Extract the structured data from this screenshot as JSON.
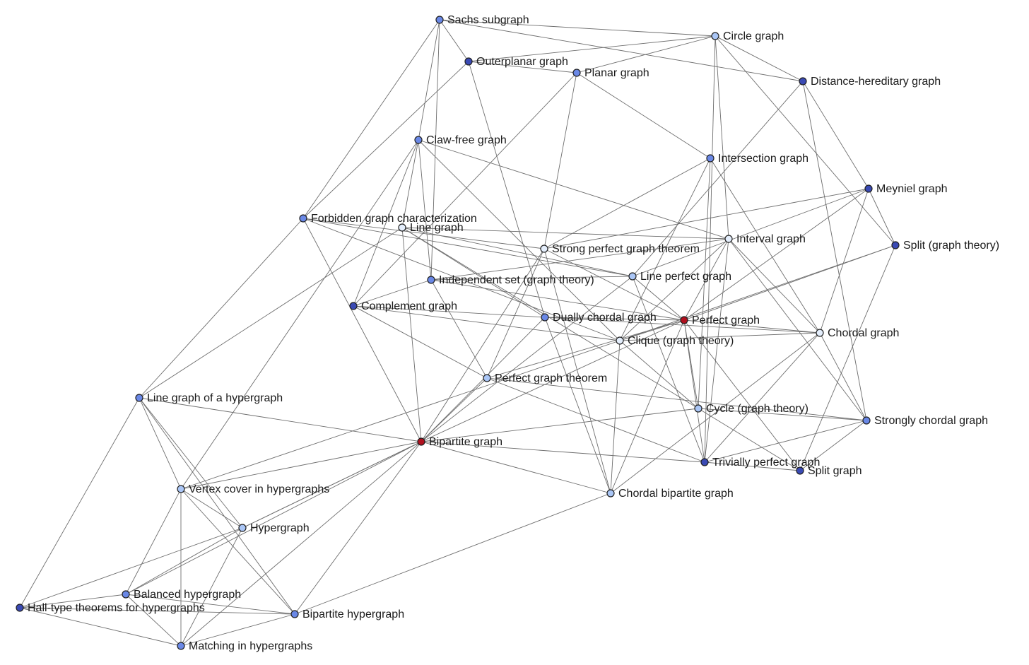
{
  "colors": {
    "tier_dark": "#3a4ab4",
    "tier_mid": "#6a88e6",
    "tier_light": "#aac6f6",
    "tier_pale": "#e4eefc",
    "hub": "#b0101e",
    "edge": "#6e6e6e"
  },
  "nodes": [
    {
      "id": "sachs",
      "label": "Sachs subgraph",
      "tier": "mid"
    },
    {
      "id": "circle",
      "label": "Circle graph",
      "tier": "light"
    },
    {
      "id": "outerplanar",
      "label": "Outerplanar graph",
      "tier": "dark"
    },
    {
      "id": "planar",
      "label": "Planar graph",
      "tier": "mid"
    },
    {
      "id": "distance",
      "label": "Distance-hereditary graph",
      "tier": "dark"
    },
    {
      "id": "clawfree",
      "label": "Claw-free graph",
      "tier": "mid"
    },
    {
      "id": "intersection",
      "label": "Intersection graph",
      "tier": "mid"
    },
    {
      "id": "meyniel",
      "label": "Meyniel graph",
      "tier": "dark"
    },
    {
      "id": "forbidden",
      "label": "Forbidden graph characterization",
      "tier": "mid"
    },
    {
      "id": "linegraph",
      "label": "Line graph",
      "tier": "pale"
    },
    {
      "id": "interval",
      "label": "Interval graph",
      "tier": "pale"
    },
    {
      "id": "split_theory",
      "label": "Split (graph theory)",
      "tier": "dark"
    },
    {
      "id": "spgt",
      "label": "Strong perfect graph theorem",
      "tier": "pale"
    },
    {
      "id": "lineperfect",
      "label": "Line perfect graph",
      "tier": "light"
    },
    {
      "id": "independent",
      "label": "Independent set (graph theory)",
      "tier": "mid"
    },
    {
      "id": "complement",
      "label": "Complement graph",
      "tier": "dark"
    },
    {
      "id": "duallychordal",
      "label": "Dually chordal graph",
      "tier": "mid"
    },
    {
      "id": "perfect",
      "label": "Perfect graph",
      "tier": "hub"
    },
    {
      "id": "clique",
      "label": "Clique (graph theory)",
      "tier": "pale"
    },
    {
      "id": "chordal",
      "label": "Chordal graph",
      "tier": "pale"
    },
    {
      "id": "pgt",
      "label": "Perfect graph theorem",
      "tier": "light"
    },
    {
      "id": "linehyper",
      "label": "Line graph of a hypergraph",
      "tier": "mid"
    },
    {
      "id": "cycle",
      "label": "Cycle (graph theory)",
      "tier": "light"
    },
    {
      "id": "stronglychordal",
      "label": "Strongly chordal graph",
      "tier": "mid"
    },
    {
      "id": "bipartite",
      "label": "Bipartite graph",
      "tier": "hub"
    },
    {
      "id": "trivially",
      "label": "Trivially perfect graph",
      "tier": "dark"
    },
    {
      "id": "splitgraph",
      "label": "Split graph",
      "tier": "dark"
    },
    {
      "id": "vertexcover",
      "label": "Vertex cover in hypergraphs",
      "tier": "light"
    },
    {
      "id": "chordalbip",
      "label": "Chordal bipartite graph",
      "tier": "light"
    },
    {
      "id": "hypergraph",
      "label": "Hypergraph",
      "tier": "light"
    },
    {
      "id": "balanced",
      "label": "Balanced hypergraph",
      "tier": "mid"
    },
    {
      "id": "hall",
      "label": "Hall-type theorems for hypergraphs",
      "tier": "dark"
    },
    {
      "id": "biphyper",
      "label": "Bipartite hypergraph",
      "tier": "mid"
    },
    {
      "id": "matching",
      "label": "Matching in hypergraphs",
      "tier": "mid"
    }
  ],
  "edges": [
    [
      "sachs",
      "circle"
    ],
    [
      "sachs",
      "distance"
    ],
    [
      "sachs",
      "outerplanar"
    ],
    [
      "sachs",
      "clawfree"
    ],
    [
      "sachs",
      "forbidden"
    ],
    [
      "sachs",
      "independent"
    ],
    [
      "outerplanar",
      "circle"
    ],
    [
      "outerplanar",
      "planar"
    ],
    [
      "outerplanar",
      "forbidden"
    ],
    [
      "outerplanar",
      "duallychordal"
    ],
    [
      "planar",
      "circle"
    ],
    [
      "planar",
      "intersection"
    ],
    [
      "planar",
      "spgt"
    ],
    [
      "planar",
      "complement"
    ],
    [
      "circle",
      "distance"
    ],
    [
      "circle",
      "interval"
    ],
    [
      "circle",
      "trivially"
    ],
    [
      "circle",
      "split_theory"
    ],
    [
      "distance",
      "meyniel"
    ],
    [
      "distance",
      "stronglychordal"
    ],
    [
      "distance",
      "lineperfect"
    ],
    [
      "clawfree",
      "interval"
    ],
    [
      "clawfree",
      "complement"
    ],
    [
      "clawfree",
      "independent"
    ],
    [
      "clawfree",
      "linegraph"
    ],
    [
      "clawfree",
      "clique"
    ],
    [
      "clawfree",
      "vertexcover"
    ],
    [
      "intersection",
      "cycle"
    ],
    [
      "intersection",
      "chordal"
    ],
    [
      "intersection",
      "spgt"
    ],
    [
      "intersection",
      "clique"
    ],
    [
      "meyniel",
      "spgt"
    ],
    [
      "meyniel",
      "split_theory"
    ],
    [
      "meyniel",
      "perfect"
    ],
    [
      "meyniel",
      "lineperfect"
    ],
    [
      "meyniel",
      "chordal"
    ],
    [
      "forbidden",
      "linehyper"
    ],
    [
      "forbidden",
      "bipartite"
    ],
    [
      "forbidden",
      "spgt"
    ],
    [
      "forbidden",
      "lineperfect"
    ],
    [
      "forbidden",
      "clique"
    ],
    [
      "linegraph",
      "linehyper"
    ],
    [
      "linegraph",
      "duallychordal"
    ],
    [
      "linegraph",
      "lineperfect"
    ],
    [
      "linegraph",
      "cycle"
    ],
    [
      "linegraph",
      "bipartite"
    ],
    [
      "linegraph",
      "interval"
    ],
    [
      "interval",
      "perfect"
    ],
    [
      "interval",
      "chordal"
    ],
    [
      "interval",
      "clique"
    ],
    [
      "interval",
      "stronglychordal"
    ],
    [
      "interval",
      "trivially"
    ],
    [
      "interval",
      "independent"
    ],
    [
      "split_theory",
      "splitgraph"
    ],
    [
      "split_theory",
      "perfect"
    ],
    [
      "split_theory",
      "clique"
    ],
    [
      "spgt",
      "perfect"
    ],
    [
      "spgt",
      "bipartite"
    ],
    [
      "spgt",
      "pgt"
    ],
    [
      "spgt",
      "chordalbip"
    ],
    [
      "lineperfect",
      "perfect"
    ],
    [
      "lineperfect",
      "bipartite"
    ],
    [
      "lineperfect",
      "trivially"
    ],
    [
      "lineperfect",
      "independent"
    ],
    [
      "independent",
      "complement"
    ],
    [
      "independent",
      "perfect"
    ],
    [
      "independent",
      "pgt"
    ],
    [
      "complement",
      "duallychordal"
    ],
    [
      "complement",
      "pgt"
    ],
    [
      "complement",
      "clique"
    ],
    [
      "duallychordal",
      "chordal"
    ],
    [
      "duallychordal",
      "chordalbip"
    ],
    [
      "duallychordal",
      "perfect"
    ],
    [
      "duallychordal",
      "bipartite"
    ],
    [
      "perfect",
      "chordal"
    ],
    [
      "perfect",
      "clique"
    ],
    [
      "perfect",
      "bipartite"
    ],
    [
      "perfect",
      "trivially"
    ],
    [
      "perfect",
      "pgt"
    ],
    [
      "perfect",
      "chordalbip"
    ],
    [
      "perfect",
      "splitgraph"
    ],
    [
      "clique",
      "chordal"
    ],
    [
      "clique",
      "chordalbip"
    ],
    [
      "clique",
      "vertexcover"
    ],
    [
      "clique",
      "cycle"
    ],
    [
      "chordal",
      "stronglychordal"
    ],
    [
      "chordal",
      "trivially"
    ],
    [
      "chordal",
      "chordalbip"
    ],
    [
      "pgt",
      "trivially"
    ],
    [
      "pgt",
      "bipartite"
    ],
    [
      "cycle",
      "stronglychordal"
    ],
    [
      "cycle",
      "bipartite"
    ],
    [
      "cycle",
      "splitgraph"
    ],
    [
      "cycle",
      "perfect"
    ],
    [
      "stronglychordal",
      "splitgraph"
    ],
    [
      "stronglychordal",
      "trivially"
    ],
    [
      "stronglychordal",
      "pgt"
    ],
    [
      "bipartite",
      "trivially"
    ],
    [
      "bipartite",
      "linehyper"
    ],
    [
      "bipartite",
      "vertexcover"
    ],
    [
      "bipartite",
      "hypergraph"
    ],
    [
      "bipartite",
      "balanced"
    ],
    [
      "bipartite",
      "biphyper"
    ],
    [
      "bipartite",
      "matching"
    ],
    [
      "bipartite",
      "chordalbip"
    ],
    [
      "trivially",
      "splitgraph"
    ],
    [
      "chordalbip",
      "biphyper"
    ],
    [
      "linehyper",
      "vertexcover"
    ],
    [
      "linehyper",
      "hypergraph"
    ],
    [
      "linehyper",
      "hall"
    ],
    [
      "linehyper",
      "biphyper"
    ],
    [
      "vertexcover",
      "hypergraph"
    ],
    [
      "vertexcover",
      "balanced"
    ],
    [
      "vertexcover",
      "biphyper"
    ],
    [
      "vertexcover",
      "matching"
    ],
    [
      "hypergraph",
      "balanced"
    ],
    [
      "hypergraph",
      "hall"
    ],
    [
      "hypergraph",
      "matching"
    ],
    [
      "hypergraph",
      "bipartite"
    ],
    [
      "balanced",
      "hall"
    ],
    [
      "balanced",
      "biphyper"
    ],
    [
      "balanced",
      "matching"
    ],
    [
      "hall",
      "biphyper"
    ],
    [
      "hall",
      "matching"
    ],
    [
      "biphyper",
      "matching"
    ]
  ]
}
